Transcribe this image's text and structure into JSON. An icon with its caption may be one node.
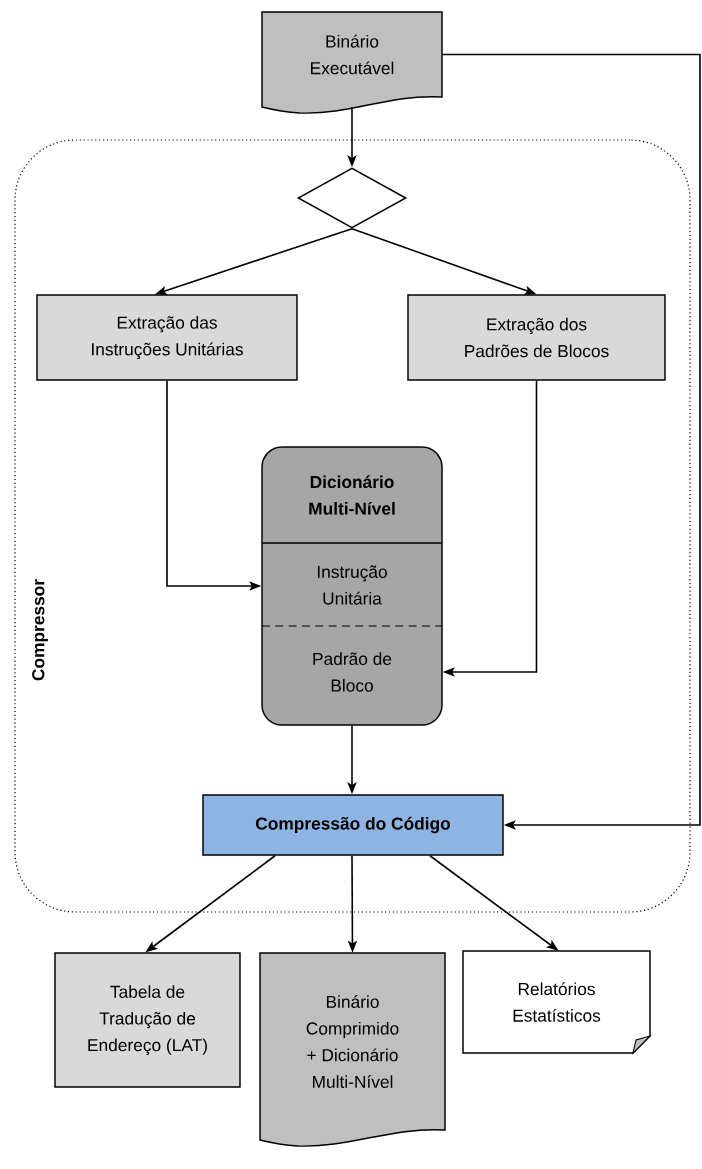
{
  "diagram": {
    "nodes": [
      {
        "text": [
          "Binário Executável"
        ]
      },
      {
        "text": [
          "Compressor"
        ]
      },
      {
        "text": [],
        "shape": "diamond",
        "in": 1
      },
      {
        "text": [
          "Extração das Instruções Unitárias"
        ],
        "in": 1
      },
      {
        "text": [
          "Extração dos Padrões de Blocos"
        ],
        "in": 1
      },
      {
        "text": [
          "Dicionário Multi-Nível",
          "Instrução Unitária",
          "Padrão de Bloco"
        ],
        "in": 1
      },
      {
        "text": [
          "Compressão do Código"
        ],
        "in": 1
      },
      {
        "text": [
          "Tabela de Tradução de Endereço (LAT)"
        ]
      },
      {
        "text": [
          "Binário Comprimido + Dicionário Multi-Nível"
        ]
      },
      {
        "text": [
          "Relatórios Estatísticos"
        ]
      }
    ],
    "edges": [
      {
        "from": 0,
        "to": 2,
        "arrow": "to"
      },
      {
        "from": 2,
        "to": 3,
        "arrow": "to"
      },
      {
        "from": 2,
        "to": 4,
        "arrow": "to"
      },
      {
        "from": 3,
        "to": 5,
        "arrow": "to"
      },
      {
        "from": 4,
        "to": 5,
        "arrow": "to"
      },
      {
        "from": 5,
        "to": 6,
        "arrow": "to"
      },
      {
        "from": 0,
        "to": 6,
        "arrow": "to"
      },
      {
        "from": 6,
        "to": 7,
        "arrow": "to"
      },
      {
        "from": 6,
        "to": 8,
        "arrow": "to"
      },
      {
        "from": 6,
        "to": 9,
        "arrow": "to"
      }
    ]
  }
}
